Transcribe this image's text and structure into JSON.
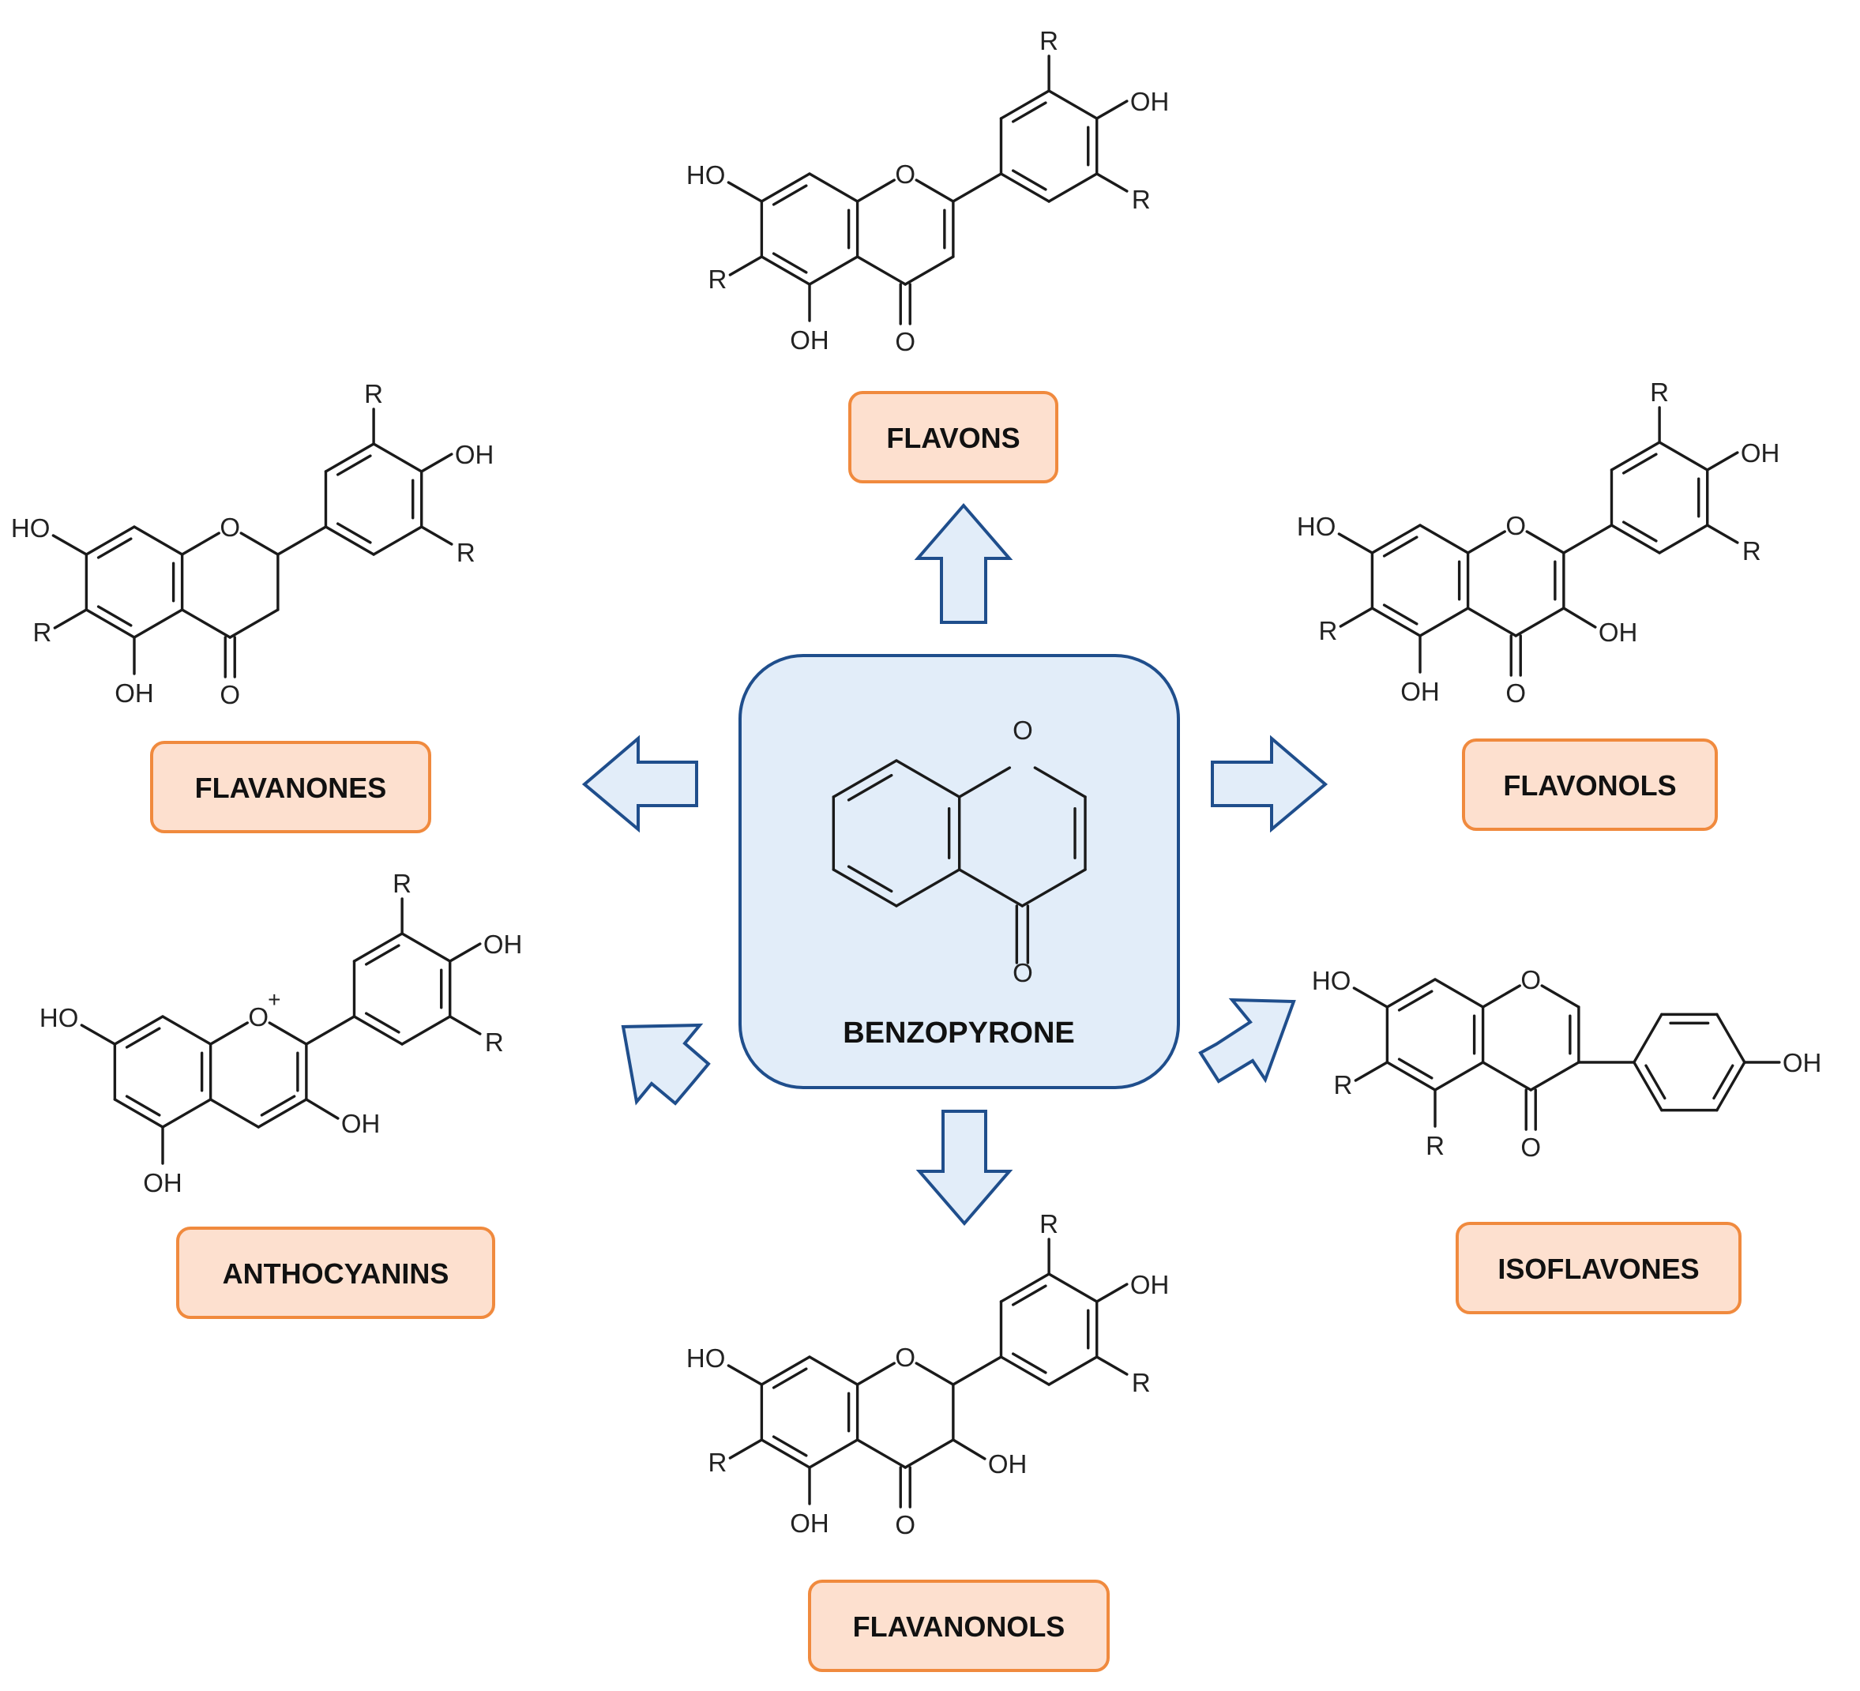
{
  "center": {
    "label": "BENZOPYRONE"
  },
  "classes": [
    {
      "id": "flavons",
      "label": "FLAVONS"
    },
    {
      "id": "flavanones",
      "label": "FLAVANONES"
    },
    {
      "id": "flavonols",
      "label": "FLAVONOLS"
    },
    {
      "id": "anthocyanins",
      "label": "ANTHOCYANINS"
    },
    {
      "id": "isoflavones",
      "label": "ISOFLAVONES"
    },
    {
      "id": "flavanonols",
      "label": "FLAVANONOLS"
    }
  ],
  "atoms": {
    "O": "O",
    "OH": "OH",
    "HO": "HO",
    "R": "R",
    "Oplus": "O",
    "plus": "+"
  },
  "colors": {
    "central_fill": "#e2edf9",
    "central_border": "#1f4e8c",
    "label_fill": "#fde0cf",
    "label_border": "#f08a3e"
  }
}
